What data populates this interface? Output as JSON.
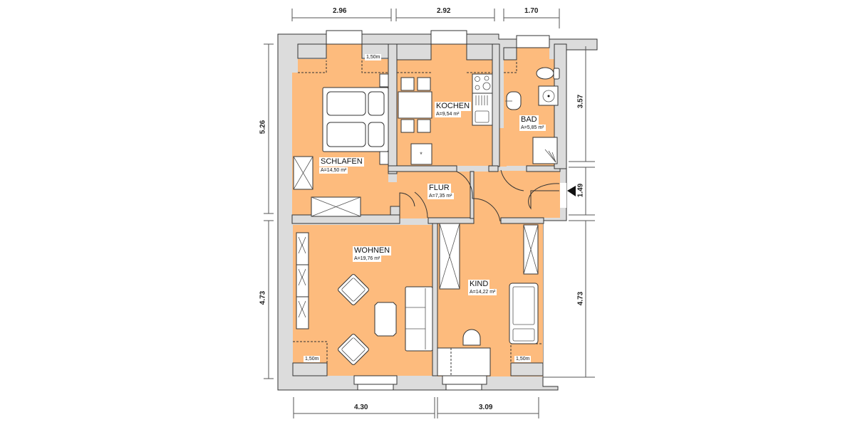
{
  "plan": {
    "colors": {
      "floor": "#fdbb7d",
      "wall": "#dcdcdc",
      "furniture": "#ffffff",
      "line": "#333333"
    },
    "rooms": [
      {
        "name": "SCHLAFEN",
        "area": "A=14,50 m²"
      },
      {
        "name": "KOCHEN",
        "area": "A=9,54 m²"
      },
      {
        "name": "BAD",
        "area": "A=5,85 m²"
      },
      {
        "name": "FLUR",
        "area": "A=7,35 m²"
      },
      {
        "name": "WOHNEN",
        "area": "A=19,76 m²"
      },
      {
        "name": "KIND",
        "area": "A=14,22 m²"
      }
    ],
    "height_markers": [
      "1,50m",
      "1,50m",
      "1,50m"
    ],
    "dimensions": {
      "top": [
        "2.96",
        "2.92",
        "1.70"
      ],
      "bottom": [
        "4.30",
        "3.09"
      ],
      "left": [
        "5.26",
        "4.73"
      ],
      "right": [
        "3.57",
        "1.49",
        "4.73"
      ]
    },
    "entrance_icon": "entrance-arrow-icon"
  }
}
